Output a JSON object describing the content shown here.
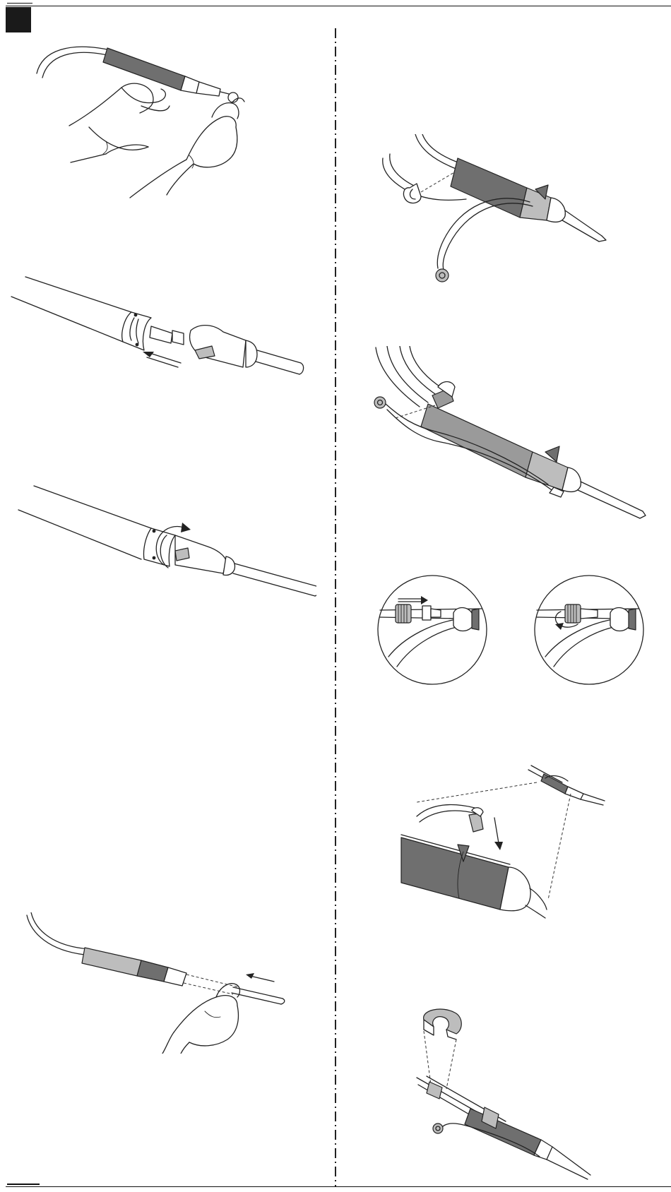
{
  "page": {
    "background": "#ffffff",
    "ink": "#222222",
    "shade_dark": "#6f6f6f",
    "shade_mid": "#9a9a9a",
    "shade_light": "#bdbdbd"
  },
  "layout": {
    "columns": 2,
    "divider_style": "dash-dot"
  },
  "figures": {
    "left": [
      {
        "id": "fig-l1",
        "depicts": "gloved-hands-assembling-handpiece-tip"
      },
      {
        "id": "fig-l2",
        "depicts": "tip-slide-into-handpiece-with-arrow"
      },
      {
        "id": "fig-l3",
        "depicts": "tip-rotate-lock-with-curved-arrow"
      },
      {
        "id": "fig-l4",
        "depicts": "hand-holding-handpiece-with-tip-wrench"
      }
    ],
    "right": [
      {
        "id": "fig-r1",
        "depicts": "handpiece-with-irrigation-tube-and-clip"
      },
      {
        "id": "fig-r2",
        "depicts": "handpiece-with-cables-clip-and-connector"
      },
      {
        "id": "fig-r3a",
        "depicts": "detail-circle-connector-push"
      },
      {
        "id": "fig-r3b",
        "depicts": "detail-circle-connector-rotate"
      },
      {
        "id": "fig-r4",
        "depicts": "clip-mount-onto-handpiece-zoom-detail"
      },
      {
        "id": "fig-r5",
        "depicts": "cable-clip-zoom-detail-on-handpiece"
      }
    ]
  }
}
